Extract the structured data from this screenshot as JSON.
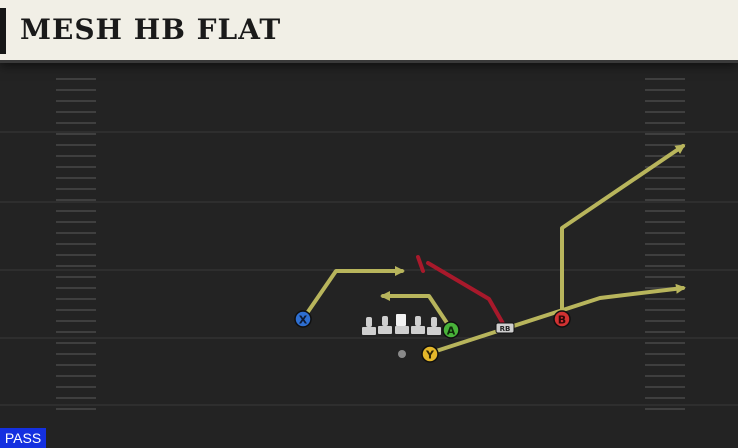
{
  "play": {
    "title": "MESH HB FLAT",
    "type_badge": "PASS"
  },
  "colors": {
    "route_primary": "#b8b55c",
    "route_block": "#a8192b",
    "field_bg": "#232323",
    "yard_line": "#3a3a3a",
    "hash_mark": "#3f3f3f",
    "button_x": "#2e6fd1",
    "button_a": "#49b33a",
    "button_b": "#d13232",
    "button_y": "#e3b62a",
    "badge_bg": "#1430e0"
  },
  "players": [
    {
      "id": "X",
      "button": "X",
      "icon": "x-button-icon"
    },
    {
      "id": "A",
      "button": "A",
      "icon": "a-button-icon"
    },
    {
      "id": "Y",
      "button": "Y",
      "icon": "y-button-icon"
    },
    {
      "id": "B",
      "button": "B",
      "icon": "b-button-icon"
    },
    {
      "id": "RB",
      "tag": "RB",
      "icon": "rb-tag-icon"
    }
  ]
}
